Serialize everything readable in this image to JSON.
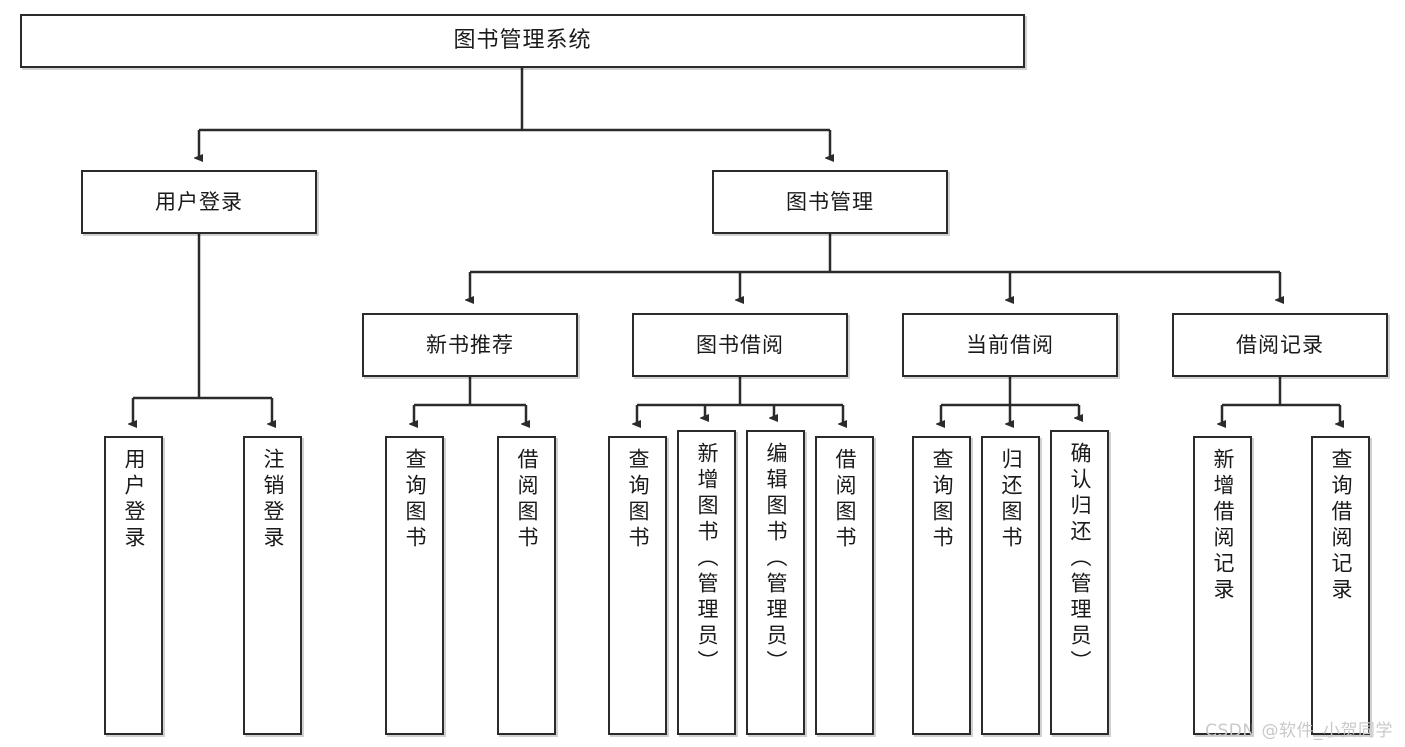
{
  "diagram": {
    "title": "图书管理系统",
    "watermark": "CSDN @软件_小贺同学",
    "style": {
      "border_color": "#2b2b2b",
      "fill_color": "#ffffff",
      "text_color": "#1a1a1a",
      "watermark_color": "#c9c9c9"
    },
    "levels": {
      "root": {
        "label": "图书管理系统"
      },
      "level1": [
        {
          "label": "用户登录"
        },
        {
          "label": "图书管理"
        }
      ],
      "level2": [
        {
          "label": "新书推荐"
        },
        {
          "label": "图书借阅"
        },
        {
          "label": "当前借阅"
        },
        {
          "label": "借阅记录"
        }
      ],
      "leaves": [
        {
          "label": "用户登录",
          "parent": "用户登录"
        },
        {
          "label": "注销登录",
          "parent": "用户登录"
        },
        {
          "label": "查询图书",
          "parent": "新书推荐"
        },
        {
          "label": "借阅图书",
          "parent": "新书推荐"
        },
        {
          "label": "查询图书",
          "parent": "图书借阅"
        },
        {
          "label": "新增图书（管理员）",
          "parent": "图书借阅"
        },
        {
          "label": "编辑图书（管理员）",
          "parent": "图书借阅"
        },
        {
          "label": "借阅图书",
          "parent": "图书借阅"
        },
        {
          "label": "查询图书",
          "parent": "当前借阅"
        },
        {
          "label": "归还图书",
          "parent": "当前借阅"
        },
        {
          "label": "确认归还（管理员）",
          "parent": "当前借阅"
        },
        {
          "label": "新增借阅记录",
          "parent": "借阅记录"
        },
        {
          "label": "查询借阅记录",
          "parent": "借阅记录"
        }
      ]
    }
  }
}
